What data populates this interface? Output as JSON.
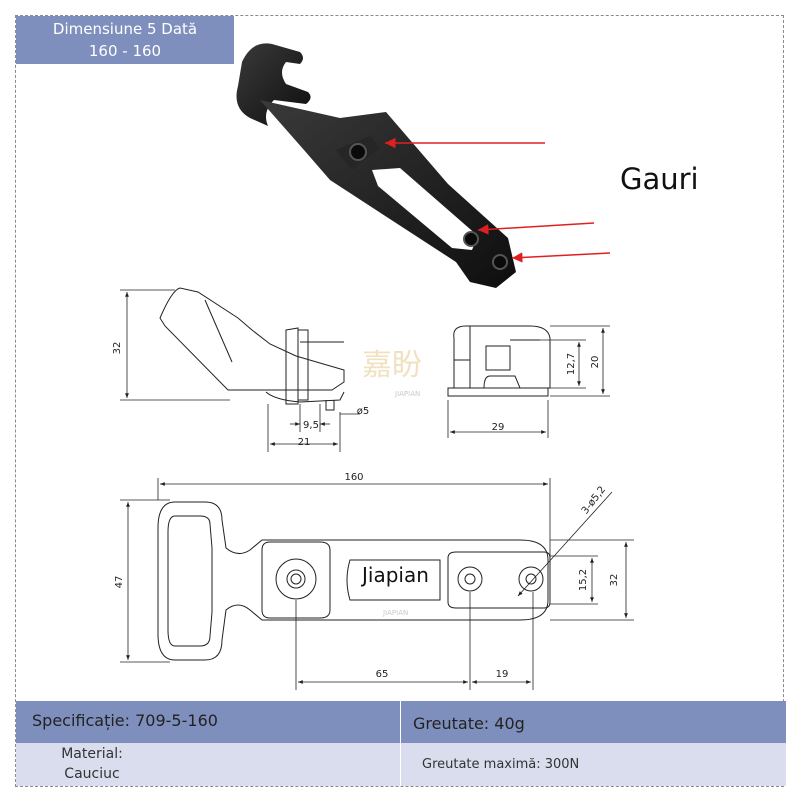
{
  "header": {
    "line1": "Dimensiune 5 Dată",
    "line2": "160 - 160"
  },
  "labels": {
    "holes": "Gauri",
    "brand": "Jiapian",
    "watermark_cn": "嘉盼",
    "watermark_en": "JIAPIAN"
  },
  "dimensions": {
    "side_height": "32",
    "pin_spacing": "9,5",
    "base_width": "21",
    "pin_diameter": "ø5",
    "end_height_inner": "12,7",
    "end_height_outer": "20",
    "end_width": "29",
    "total_length": "160",
    "total_width": "47",
    "hole_spec": "3-ø5,2",
    "hole_distance": "65",
    "hole_spacing": "19",
    "plate_inner": "15,2",
    "plate_outer": "32"
  },
  "specs": {
    "specification": "Specificație: 709-5-160",
    "weight": "Greutate: 40g",
    "material_label": "Material:",
    "material_value": "Cauciuc",
    "max_weight": "Greutate maximă: 300N"
  },
  "colors": {
    "header_bg": "#7f8fbd",
    "row_bg": "#d9dded",
    "arrow": "#e02020"
  }
}
